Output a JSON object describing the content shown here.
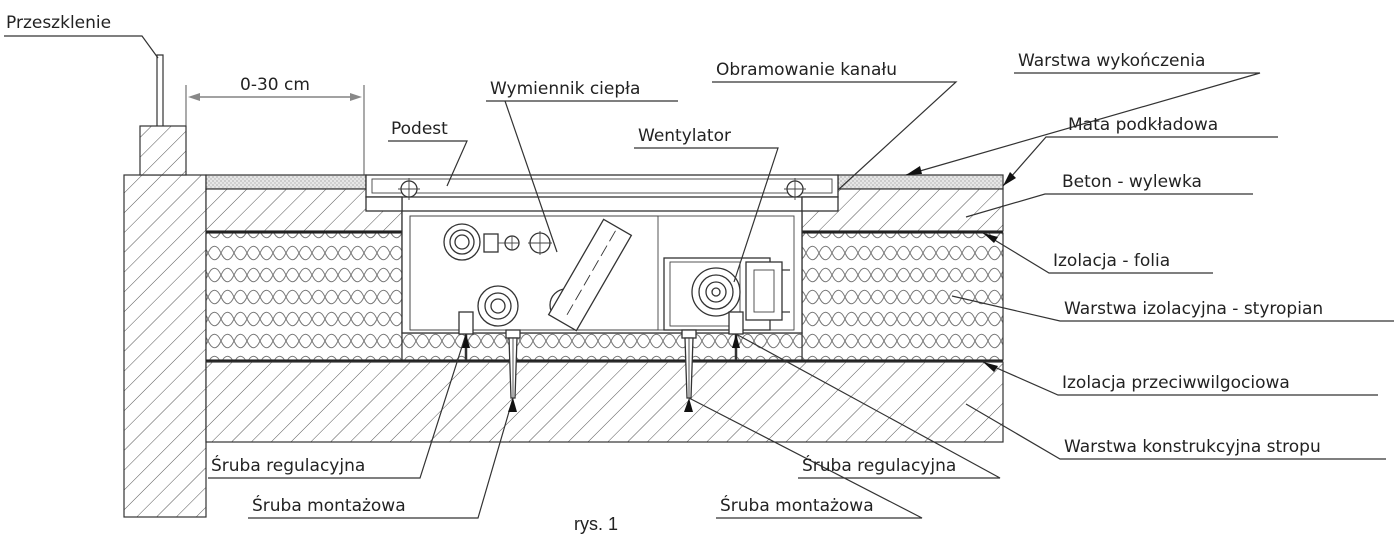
{
  "labels": {
    "przeszklenie": "Przeszklenie",
    "dimension": "0-30 cm",
    "podest": "Podest",
    "wymiennik": "Wymiennik ciepła",
    "obramowanie": "Obramowanie kanału",
    "wentylator": "Wentylator",
    "warstwa_wykonczenia": "Warstwa wykończenia",
    "mata": "Mata podkładowa",
    "beton": "Beton - wylewka",
    "izolacja_folia": "Izolacja - folia",
    "warstwa_izolacyjna": "Warstwa izolacyjna - styropian",
    "izolacja_przeciwwilgociowa": "Izolacja przeciwwilgociowa",
    "warstwa_konstrukcyjna": "Warstwa konstrukcyjna stropu",
    "sruba_regulacyjna_left": "Śruba regulacyjna",
    "sruba_regulacyjna_right": "Śruba regulacyjna",
    "sruba_montazowa_left": "Śruba montażowa",
    "sruba_montazowa_right": "Śruba montażowa"
  },
  "caption": "rys. 1"
}
